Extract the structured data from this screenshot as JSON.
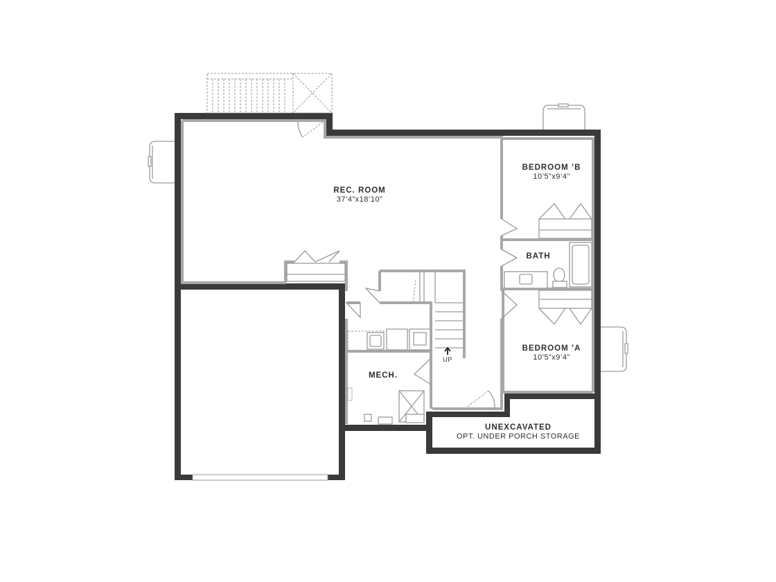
{
  "rooms": {
    "rec_room": {
      "name": "REC. ROOM",
      "dims": "37’4”x18’10”"
    },
    "bedroom_b": {
      "name": "BEDROOM ’B",
      "dims": "10’5”x9’4”"
    },
    "bath": {
      "name": "BATH"
    },
    "bedroom_a": {
      "name": "BEDROOM ’A",
      "dims": "10’5”x9’4”"
    },
    "mech": {
      "name": "MECH."
    },
    "unexcavated": {
      "name": "UNEXCAVATED",
      "subtitle": "OPT. UNDER PORCH STORAGE"
    }
  },
  "stairs": {
    "direction_label": "UP"
  },
  "colors": {
    "exterior_wall": "#3a3a3c",
    "interior_wall": "#a8a8a8",
    "fixture_line": "#9a9a9a"
  }
}
